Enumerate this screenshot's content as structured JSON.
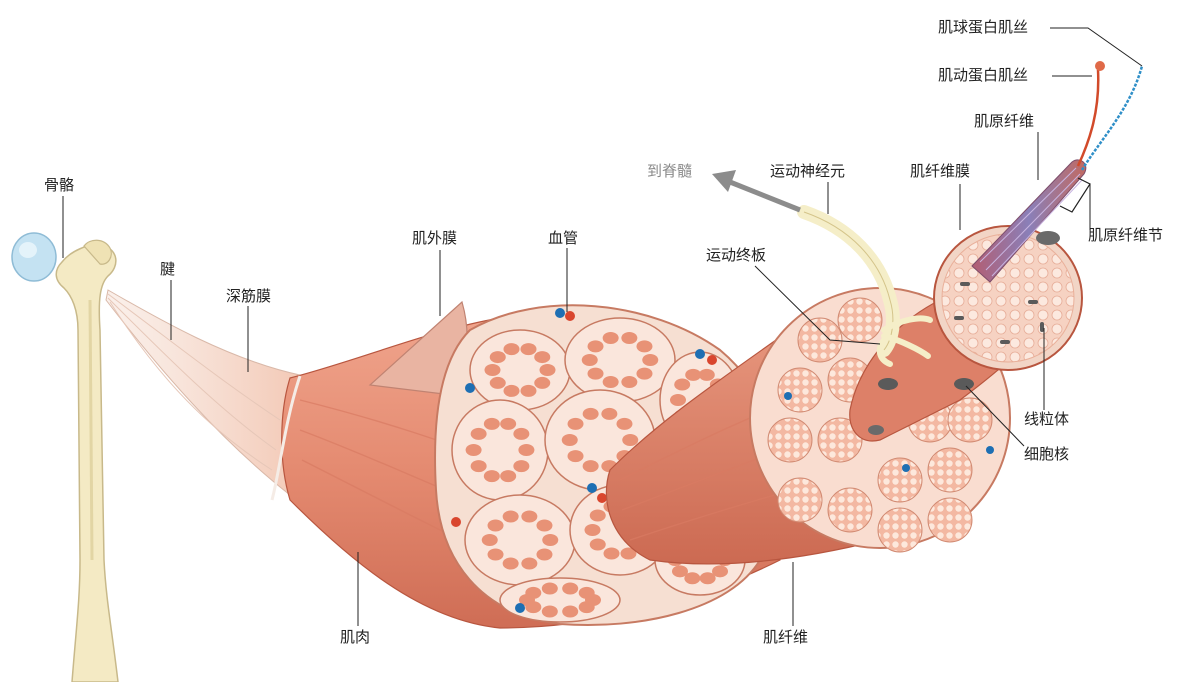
{
  "colors": {
    "muscle": "#e8927a",
    "muscle_dark": "#c9654f",
    "muscle_light": "#f3c2ae",
    "fascicle_fill": "#fbe5d8",
    "fiber_fill": "#e89276",
    "bone": "#f4eac4",
    "bone_outline": "#c8b98a",
    "cartilage": "#bfe0f0",
    "nerve": "#f5eec8",
    "vein": "#1e6fb3",
    "artery": "#d9462e",
    "mito": "#5a5a5a",
    "arrow": "#8c8c8c",
    "actin": "#d24a2a",
    "myosin": "#2f8fc8"
  },
  "labels": {
    "bone": "骨骼",
    "tendon": "腱",
    "deep_fascia": "深筋膜",
    "epimysium": "肌外膜",
    "blood_vessel": "血管",
    "muscle": "肌肉",
    "muscle_fiber": "肌纤维",
    "motor_end_plate": "运动终板",
    "motor_neuron": "运动神经元",
    "to_spinal_cord": "到脊髓",
    "sarcolemma": "肌纤维膜",
    "myofibril": "肌原纤维",
    "actin_filament": "肌动蛋白肌丝",
    "myosin_filament": "肌球蛋白肌丝",
    "sarcomere": "肌原纤维节",
    "mitochondria": "线粒体",
    "nucleus": "细胞核"
  }
}
